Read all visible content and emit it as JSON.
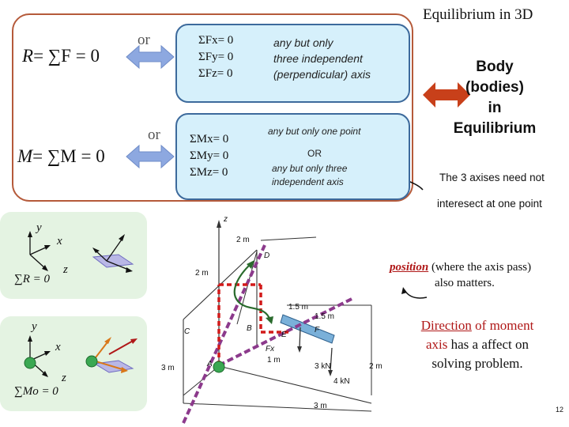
{
  "title": "Equilibrium in 3D",
  "force_row": {
    "or_label": "or",
    "resultant_left": "R",
    "resultant_right": "= ∑F = 0",
    "equations": [
      "ΣFx= 0",
      "ΣFy= 0",
      "ΣFz= 0"
    ],
    "note": [
      "any but only",
      "three independent",
      "(perpendicular) axis"
    ]
  },
  "moment_row": {
    "or_label": "or",
    "resultant_left": "M",
    "resultant_right": "= ∑M = 0",
    "equations": [
      "ΣMx= 0",
      "ΣMy= 0",
      "ΣMz= 0"
    ],
    "note_point": "any but only one point",
    "note_or": "OR",
    "note_axis": [
      "any but only three",
      "independent axis"
    ]
  },
  "body_label": [
    "Body",
    "(bodies)",
    "in",
    "Equilibrium"
  ],
  "axes_note": [
    "The 3 axises need not",
    "intereseсt at one point"
  ],
  "position_note": {
    "keyword": "position",
    "rest": " (where the axis pass)",
    "line2": "also matters."
  },
  "direction_note": {
    "word1": "Direction",
    "mid": " of ",
    "word2": "moment",
    "line2_kw": "axis",
    "line2_rest": " has a affect on",
    "line3": "solving problem."
  },
  "force_axes": {
    "y": "y",
    "x": "x",
    "z": "z",
    "sum": "∑R = 0"
  },
  "moment_axes": {
    "y": "y",
    "x": "x",
    "z": "z",
    "sum": "∑Mo = 0"
  },
  "figure_labels": {
    "z": "z",
    "d": "D",
    "c": "C",
    "b": "B",
    "a": "A",
    "f": "F",
    "e": "E",
    "dim_2m_top": "2 m",
    "dim_2m_left": "2 m",
    "dim_1_5m_a": "1.5 m",
    "dim_1_5m_b": "1.5 m",
    "dim_1m": "1 m",
    "dim_2m_right": "2 m",
    "dim_3m_left": "3 m",
    "dim_3m_bottom": "3 m",
    "load_3kn": "3 kN",
    "load_4kn": "4 kN",
    "fx": "Fx"
  },
  "page_number": "12",
  "colors": {
    "frame": "#b55a3a",
    "box_border": "#3d6a9c",
    "box_fill": "#d6f0fb",
    "arrow_blue": "#8da8e0",
    "arrow_red": "#c8401a",
    "axis_purple": "#8c3a8c",
    "axis_red": "#d21a1a",
    "green_bg": "#e4f3e2",
    "note_red": "#b01818"
  }
}
